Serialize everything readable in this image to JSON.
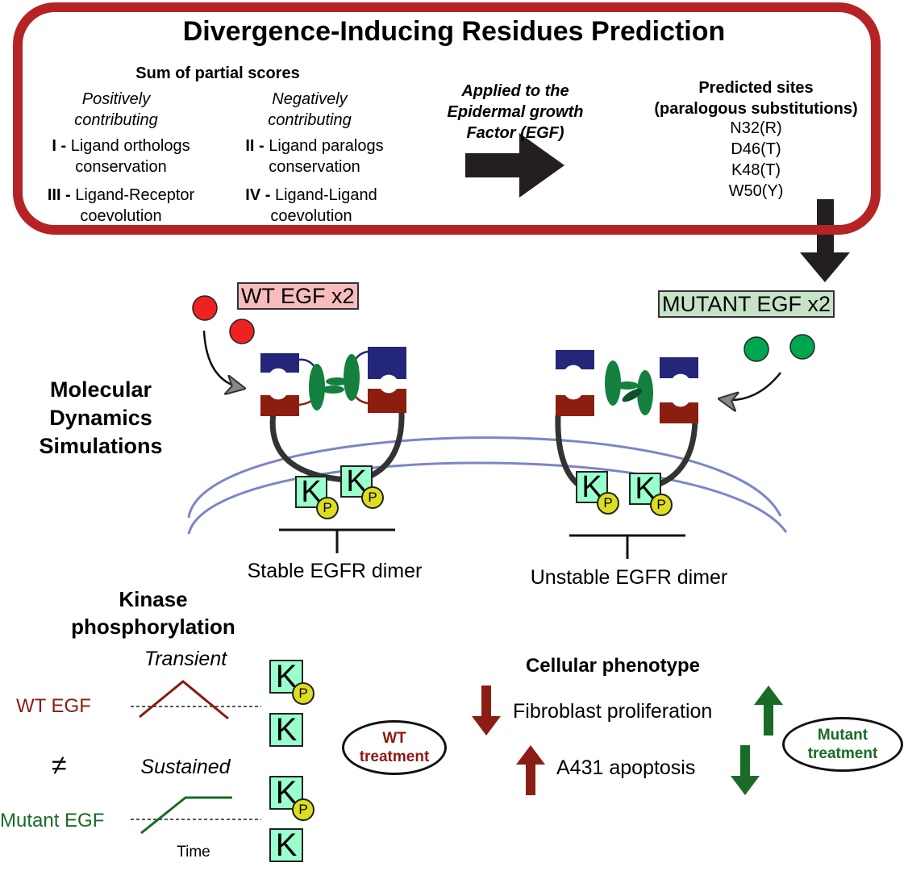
{
  "title": "Divergence-Inducing Residues Prediction",
  "score_section": {
    "heading": "Sum of partial scores",
    "positive": {
      "label_line1": "Positively",
      "label_line2": "contributing"
    },
    "negative": {
      "label_line1": "Negatively",
      "label_line2": "contributing"
    },
    "items": [
      {
        "numeral": "I -",
        "line1": "Ligand orthologs",
        "line2": "conservation"
      },
      {
        "numeral": "II -",
        "line1": "Ligand paralogs",
        "line2": "conservation"
      },
      {
        "numeral": "III -",
        "line1": "Ligand-Receptor",
        "line2": "coevolution"
      },
      {
        "numeral": "IV -",
        "line1": "Ligand-Ligand",
        "line2": "coevolution"
      }
    ]
  },
  "applied": {
    "line1": "Applied to the",
    "line2": "Epidermal growth",
    "line3": "Factor (EGF)"
  },
  "predicted": {
    "line1": "Predicted sites",
    "line2": "(paralogous substitutions)",
    "sites": [
      "N32(R)",
      "D46(T)",
      "K48(T)",
      "W50(Y)"
    ]
  },
  "simulation": {
    "label_line1": "Molecular",
    "label_line2": "Dynamics",
    "label_line3": "Simulations",
    "wt_pill": "WT EGF x2",
    "mutant_pill": "MUTANT EGF x2",
    "stable_label": "Stable EGFR dimer",
    "unstable_label": "Unstable EGFR dimer",
    "kinase_letter": "K",
    "phospho_letter": "P"
  },
  "kinase": {
    "title_line1": "Kinase",
    "title_line2": "phosphorylation",
    "transient": "Transient",
    "sustained": "Sustained",
    "wt_label": "WT EGF",
    "mutant_label": "Mutant EGF",
    "neq": "≠",
    "time_label": "Time"
  },
  "phenotype": {
    "title": "Cellular phenotype",
    "fibroblast": "Fibroblast proliferation",
    "apoptosis": "A431 apoptosis",
    "wt_treatment_line1": "WT",
    "wt_treatment_line2": "treatment",
    "mutant_treatment_line1": "Mutant",
    "mutant_treatment_line2": "treatment"
  },
  "colors": {
    "frame_red": "#b52324",
    "wt_red": "#8b1a14",
    "mutant_green": "#1a6b26",
    "egf_red": "#ee2222",
    "egf_green": "#00a550",
    "receptor_blue": "#24267a",
    "receptor_red": "#8b1e0f",
    "kinase_fill": "#99ffcc",
    "phospho_fill": "#dddd22",
    "membrane": "#7b86c8"
  }
}
